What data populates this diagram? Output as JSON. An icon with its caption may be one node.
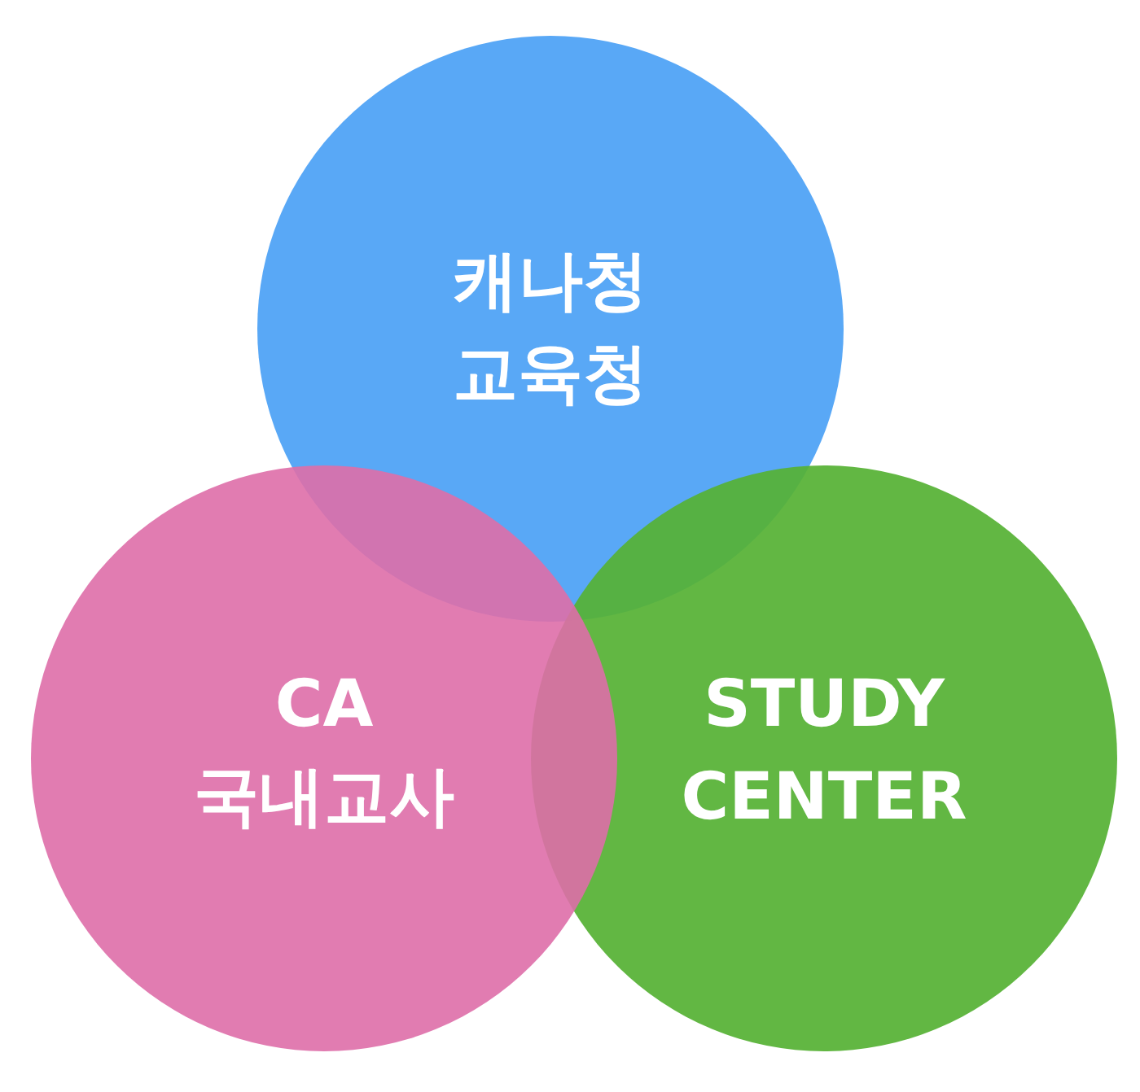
{
  "diagram": {
    "nodes": [
      {
        "text": [
          "캐나청 교육청"
        ]
      },
      {
        "text": [
          "CA 국내교사"
        ]
      },
      {
        "text": [
          "STUDY CENTER"
        ]
      }
    ]
  }
}
